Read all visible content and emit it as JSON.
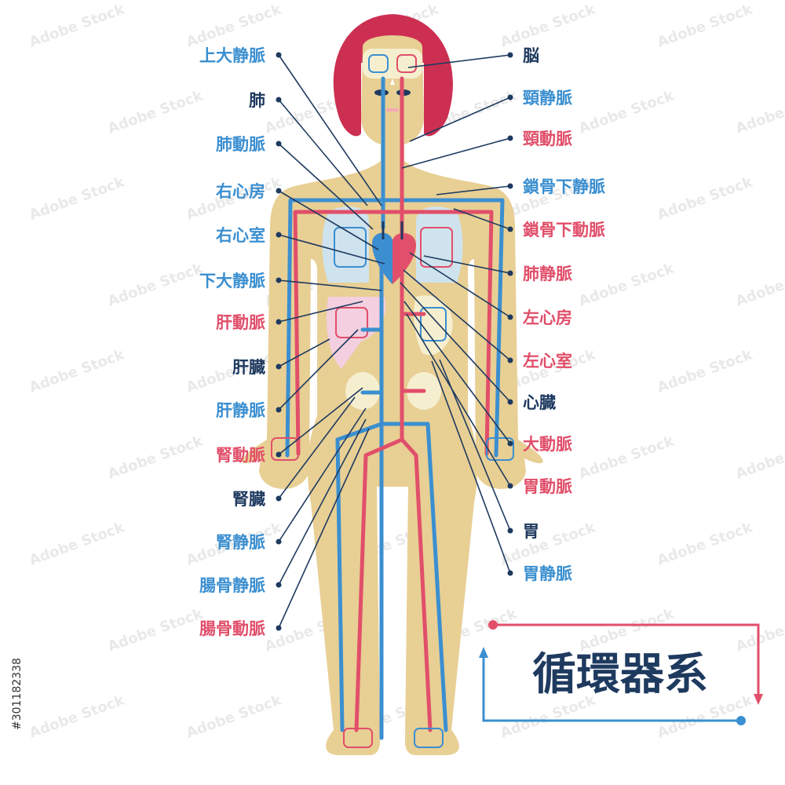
{
  "colors": {
    "vein": "#3b8fd0",
    "artery": "#e14f6a",
    "organ": "#1e3a5f",
    "skin": "#e8cf94",
    "hair": "#cc2f52",
    "pale": "#cfe3ee"
  },
  "title": "循環器系",
  "stock_id": "#301182338",
  "watermark": "Adobe Stock",
  "labels_left": [
    {
      "text": "上大静脈",
      "kind": "vein"
    },
    {
      "text": "肺",
      "kind": "organ"
    },
    {
      "text": "肺動脈",
      "kind": "vein"
    },
    {
      "text": "右心房",
      "kind": "vein"
    },
    {
      "text": "右心室",
      "kind": "vein"
    },
    {
      "text": "下大静脈",
      "kind": "vein"
    },
    {
      "text": "肝動脈",
      "kind": "artery"
    },
    {
      "text": "肝臓",
      "kind": "organ"
    },
    {
      "text": "肝静脈",
      "kind": "vein"
    },
    {
      "text": "腎動脈",
      "kind": "artery"
    },
    {
      "text": "腎臓",
      "kind": "organ"
    },
    {
      "text": "腎静脈",
      "kind": "vein"
    },
    {
      "text": "腸骨静脈",
      "kind": "vein"
    },
    {
      "text": "腸骨動脈",
      "kind": "artery"
    }
  ],
  "labels_right": [
    {
      "text": "脳",
      "kind": "organ"
    },
    {
      "text": "頸静脈",
      "kind": "vein"
    },
    {
      "text": "頸動脈",
      "kind": "artery"
    },
    {
      "text": "鎖骨下静脈",
      "kind": "vein"
    },
    {
      "text": "鎖骨下動脈",
      "kind": "artery"
    },
    {
      "text": "肺静脈",
      "kind": "artery"
    },
    {
      "text": "左心房",
      "kind": "artery"
    },
    {
      "text": "左心室",
      "kind": "artery"
    },
    {
      "text": "心臓",
      "kind": "organ"
    },
    {
      "text": "大動脈",
      "kind": "artery"
    },
    {
      "text": "胃動脈",
      "kind": "artery"
    },
    {
      "text": "胃",
      "kind": "organ"
    },
    {
      "text": "胃静脈",
      "kind": "vein"
    }
  ]
}
